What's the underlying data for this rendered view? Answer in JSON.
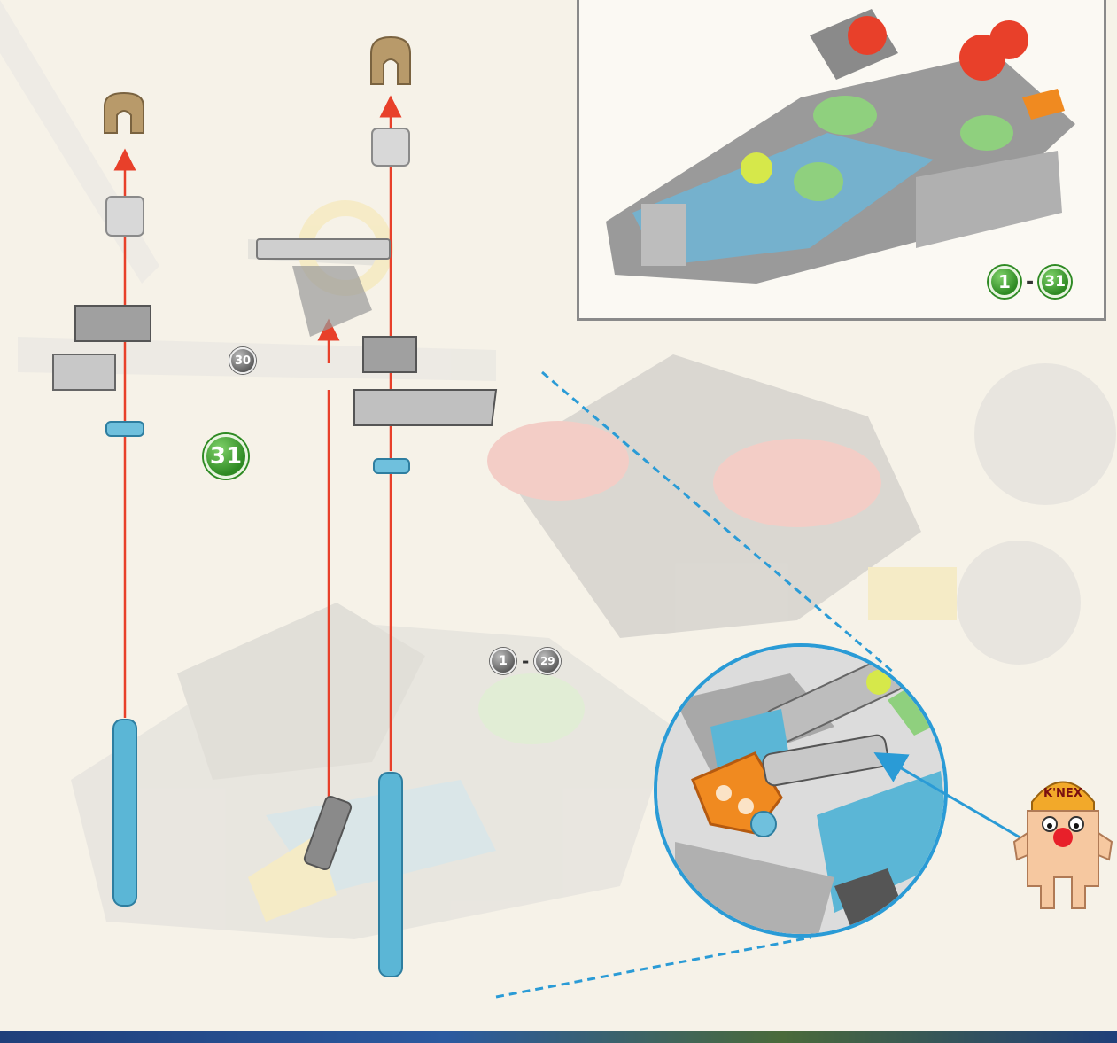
{
  "step": {
    "current": "31",
    "previous_part": "30"
  },
  "preview_box": {
    "range_start": "1",
    "range_end": "31"
  },
  "model_range": {
    "start": "1",
    "end": "29"
  },
  "mascot": {
    "brand": "K'NEX"
  },
  "colors": {
    "arrow_red": "#e8402a",
    "dash_blue": "#2a9bd6",
    "rod_blue": "#5bb6d6",
    "connector_tan": "#b89a6a",
    "green_badge": "#2e8a23",
    "bottom_band": "#1f3f7a"
  }
}
